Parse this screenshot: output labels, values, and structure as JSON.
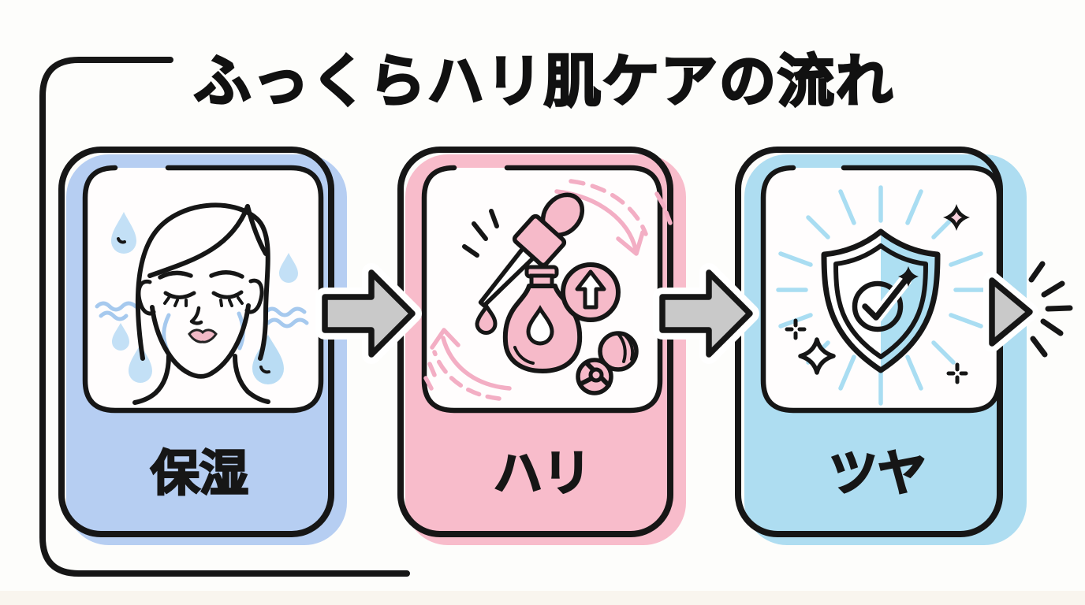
{
  "title": "ふっくらハリ肌ケアの流れ",
  "colors": {
    "background": "#fdfdfb",
    "line_black": "#161616",
    "arrow_gray": "#c9c9c9",
    "water_drop_blue": "#c3e0f6",
    "face_accent_blue": "#a6c9ee",
    "ray_blue": "#a9ddf2",
    "pink_arrow": "#f3aec4",
    "lip_pink": "#f1b9c6"
  },
  "steps": [
    {
      "label": "保湿",
      "fill": "#b6cef2",
      "icon": "hydrated-face-icon"
    },
    {
      "label": "ハリ",
      "fill": "#f8bccb",
      "icon": "serum-dropper-bottle-icon"
    },
    {
      "label": "ツヤ",
      "fill": "#aeddf1",
      "icon": "shield-check-sparkle-icon"
    }
  ]
}
